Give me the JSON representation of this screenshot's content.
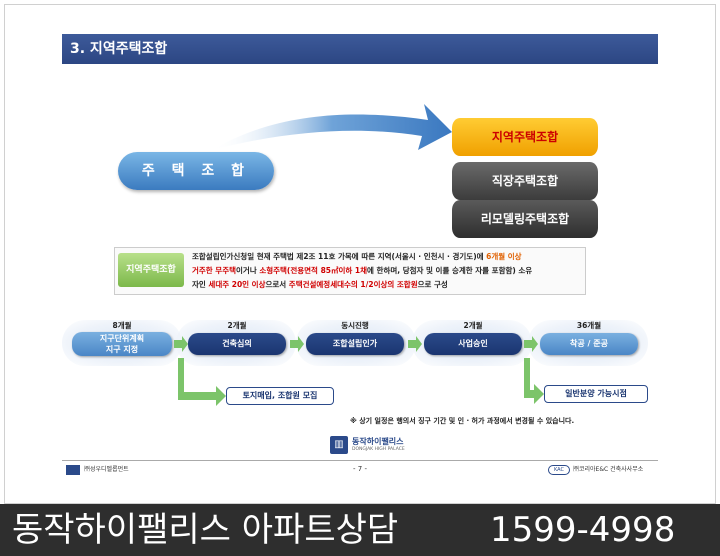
{
  "slide": {
    "title": "3. 지역주택조합",
    "coop": "주 택 조 합",
    "stack": [
      "지역주택조합",
      "직장주택조합",
      "리모델링주택조합"
    ],
    "note_label": "지역주택조합",
    "note_lines": [
      {
        "parts": [
          {
            "t": "조합설립인가신청일 현재 주택법 제2조 11호 가목에 따른 지역(서울시 · 인천시 · 경기도)에 ",
            "c": ""
          },
          {
            "t": "6개월 이상",
            "c": "hl-org"
          }
        ]
      },
      {
        "parts": [
          {
            "t": "거주한 무주택",
            "c": "hl-red"
          },
          {
            "t": "이거나 ",
            "c": ""
          },
          {
            "t": "소형주택(전용면적 85㎡이하 1채",
            "c": "hl-red"
          },
          {
            "t": "에 한하며, 당첨자 및 이를 승계한 자를 포함함) 소유",
            "c": ""
          }
        ]
      },
      {
        "parts": [
          {
            "t": "자인 ",
            "c": ""
          },
          {
            "t": "세대주 20인 이상",
            "c": "hl-red"
          },
          {
            "t": "으로서 ",
            "c": ""
          },
          {
            "t": "주택건설예정세대수의 1/2이상의 조합원",
            "c": "hl-red"
          },
          {
            "t": "으로 구성",
            "c": ""
          }
        ]
      }
    ],
    "process": [
      {
        "duration": "8개월",
        "label_1": "지구단위계획",
        "label_2": "지구 지정"
      },
      {
        "duration": "2개월",
        "label_1": "건축심의",
        "label_2": ""
      },
      {
        "duration": "동시진행",
        "label_1": "조합설립인가",
        "label_2": ""
      },
      {
        "duration": "2개월",
        "label_1": "사업승인",
        "label_2": ""
      },
      {
        "duration": "36개월",
        "label_1": "착공 / 준공",
        "label_2": ""
      }
    ],
    "sub_left": "토지매입, 조합원 모집",
    "sub_right": "일반분양 가능시점",
    "footnote": "※ 상기 일정은 행의서 징구 기간 및 인 · 허가 과정에서 변경될 수 있습니다.",
    "center_logo_name": "동작하이팰리스",
    "center_logo_sub": "DONGJAK HIGH PALACE",
    "footer_left": "㈜성우디벨롭먼트",
    "footer_page": "- 7 -",
    "footer_right_badge": "KAC",
    "footer_right": "㈜코리아E&C 건축사사무소"
  },
  "banner": {
    "name": "동작하이팰리스  아파트상담",
    "phone": "1599-4998"
  }
}
